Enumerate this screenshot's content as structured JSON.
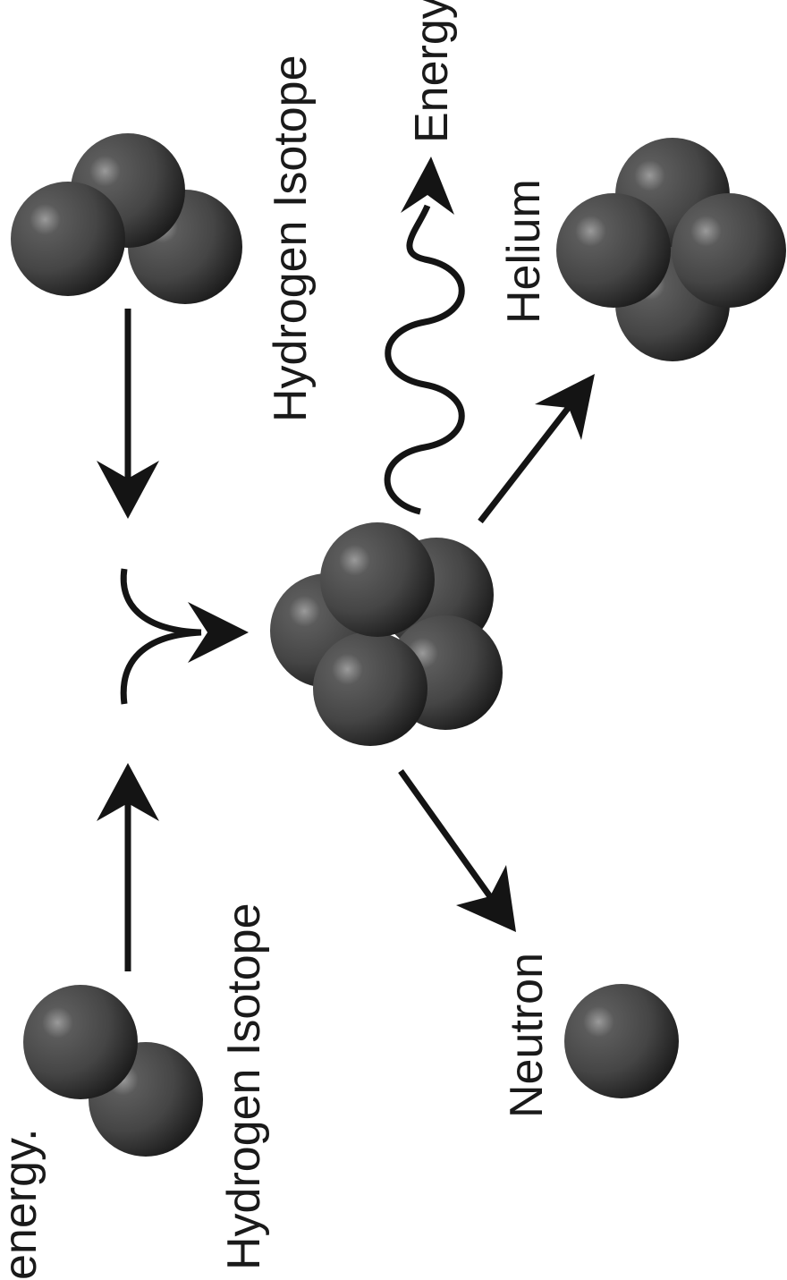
{
  "labels": {
    "top_partial": "energy.",
    "isotope_left": "Hydrogen Isotope",
    "isotope_right": "Hydrogen Isotope",
    "energy": "Energy",
    "helium": "Helium",
    "neutron": "Neutron"
  },
  "colors": {
    "sphere_highlight": "#8a8a8a",
    "sphere_mid": "#4d4d4d",
    "sphere_dark": "#1c1c1c",
    "ink": "#141414"
  }
}
